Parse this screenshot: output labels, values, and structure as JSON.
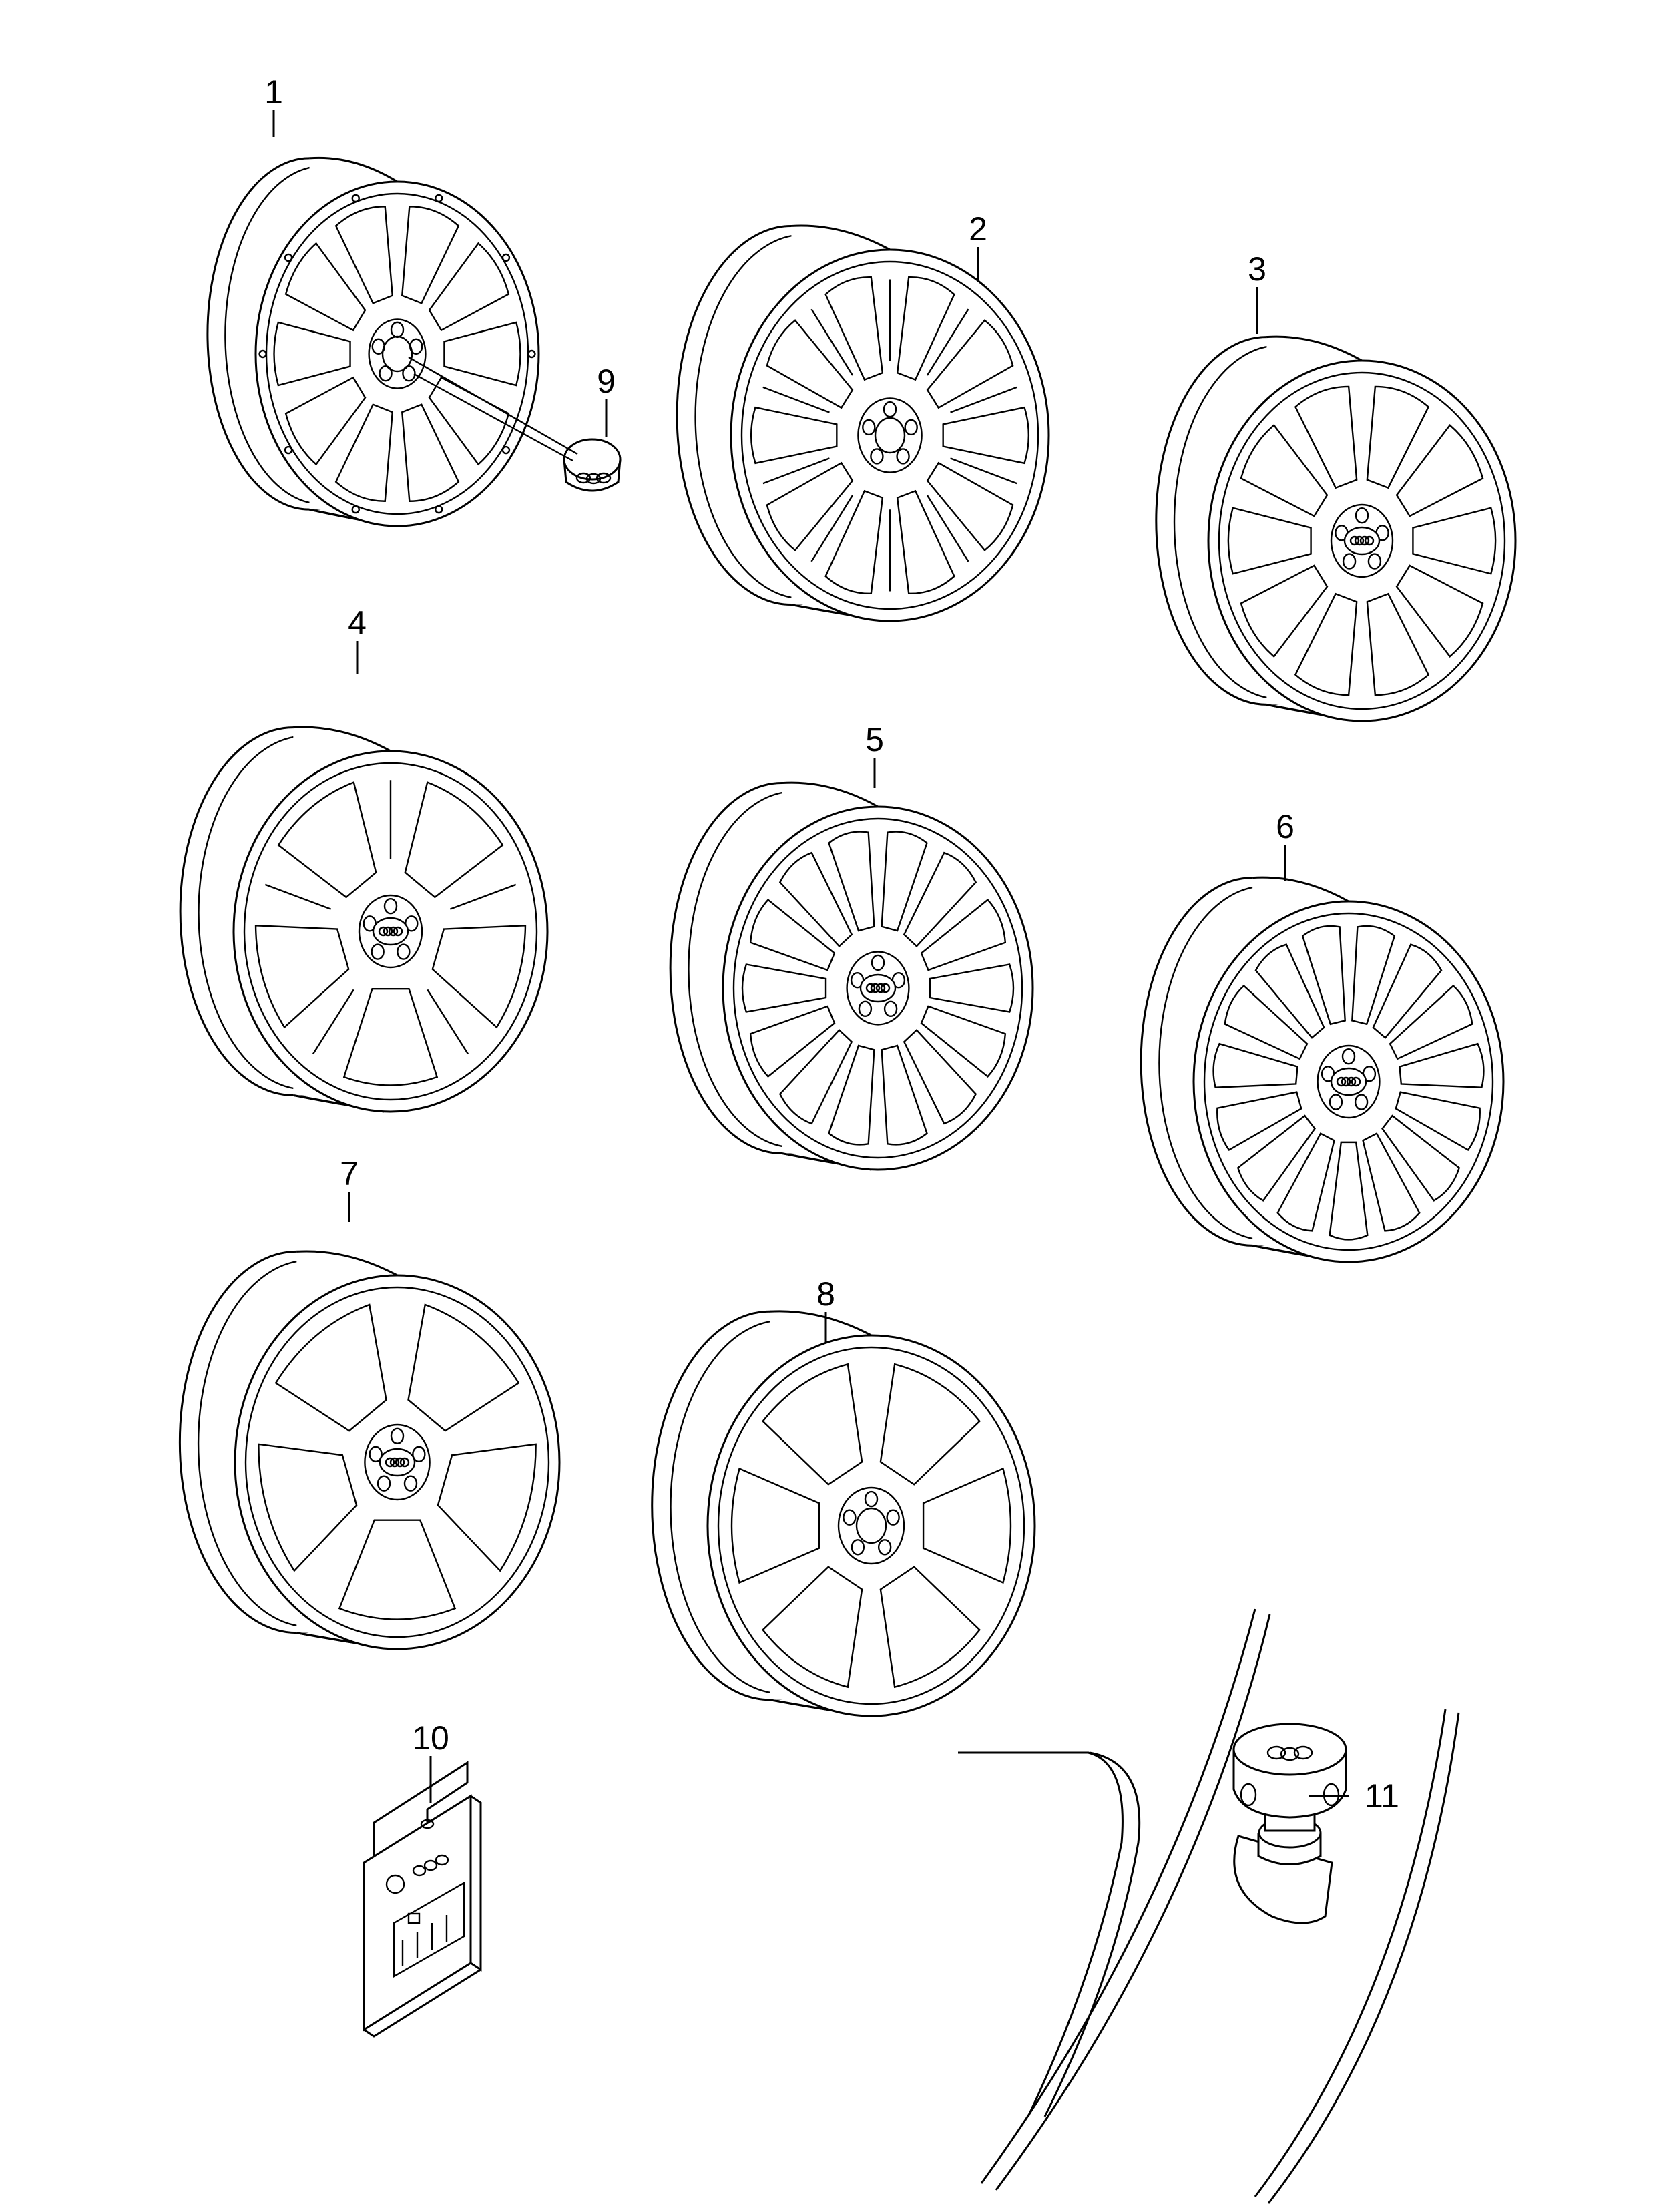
{
  "callouts": {
    "c1": "1",
    "c2": "2",
    "c3": "3",
    "c4": "4",
    "c5": "5",
    "c6": "6",
    "c7": "7",
    "c8": "8",
    "c9": "9",
    "c10": "10",
    "c11": "11"
  },
  "parts": [
    {
      "callout": "1",
      "icon": "alloy-wheel-10-spoke-icon"
    },
    {
      "callout": "2",
      "icon": "alloy-wheel-double-spoke-icon"
    },
    {
      "callout": "3",
      "icon": "alloy-wheel-10-spoke-icon"
    },
    {
      "callout": "4",
      "icon": "alloy-wheel-5-double-spoke-icon"
    },
    {
      "callout": "5",
      "icon": "alloy-wheel-multi-spoke-icon"
    },
    {
      "callout": "6",
      "icon": "alloy-wheel-15-spoke-icon"
    },
    {
      "callout": "7",
      "icon": "alloy-wheel-5-spoke-icon"
    },
    {
      "callout": "8",
      "icon": "alloy-wheel-6-spoke-icon"
    },
    {
      "callout": "9",
      "icon": "hub-cap-icon"
    },
    {
      "callout": "10",
      "icon": "valve-cap-set-package-icon"
    },
    {
      "callout": "11",
      "icon": "valve-cap-icon"
    }
  ],
  "colors": {
    "line": "#000000",
    "background": "#ffffff"
  }
}
